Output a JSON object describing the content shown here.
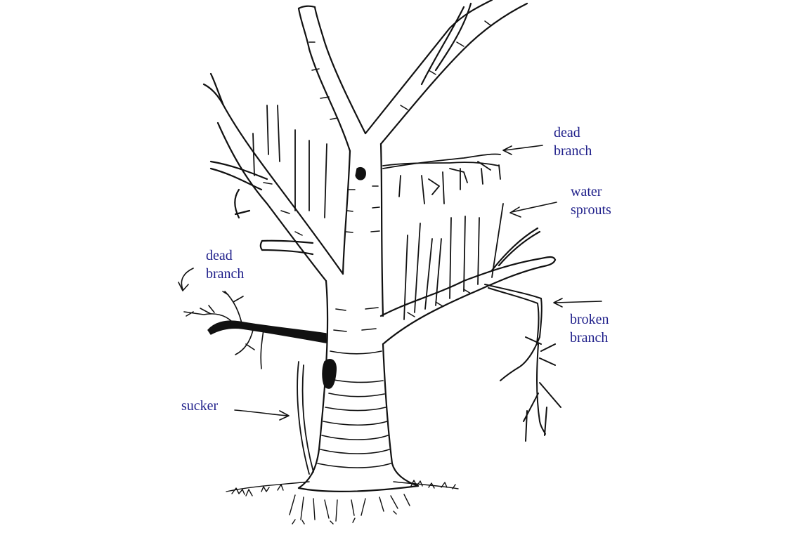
{
  "diagram": {
    "labels": {
      "dead_branch_top": {
        "line1": "dead",
        "line2": "branch"
      },
      "water_sprouts": {
        "line1": "water",
        "line2": "sprouts"
      },
      "dead_branch_left": {
        "line1": "dead",
        "line2": "branch"
      },
      "broken_branch": {
        "line1": "broken",
        "line2": "branch"
      },
      "sucker": {
        "line1": "sucker"
      }
    },
    "colors": {
      "label_text": "#1f1f8a",
      "ink": "#111111",
      "background": "#ffffff"
    }
  }
}
